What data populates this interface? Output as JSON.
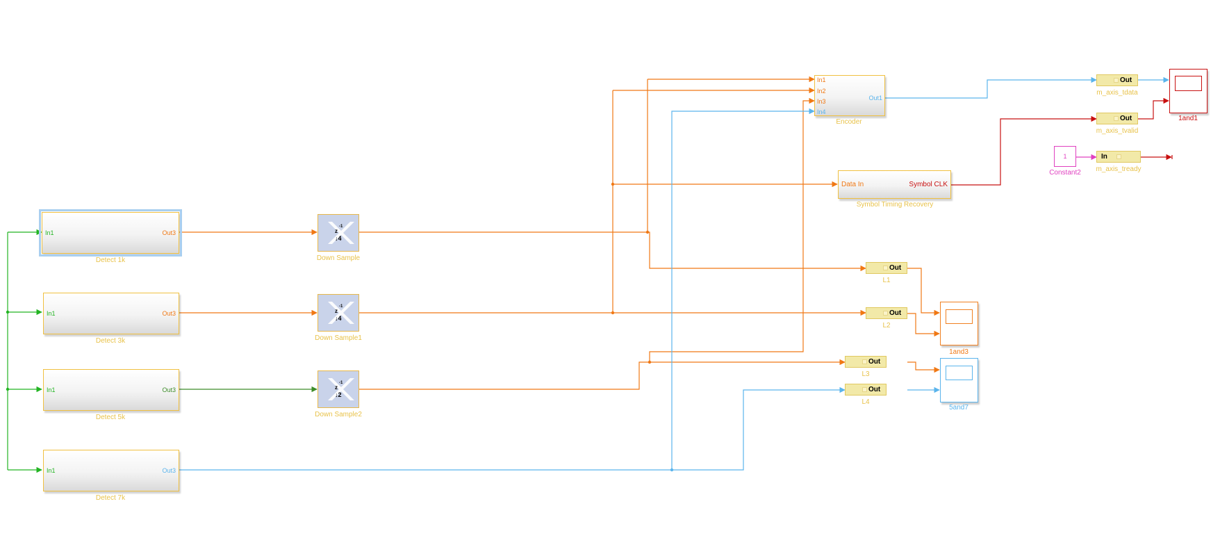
{
  "colors": {
    "orange": "#f07814",
    "blue": "#5ab4ec",
    "green": "#22b422",
    "dark_green": "#3c8c28",
    "red": "#c81010",
    "magenta": "#e040c0",
    "label_yellow": "#e8c24a"
  },
  "subsystems": [
    {
      "label": "Detect 1k",
      "in": "In1",
      "out": "Out3"
    },
    {
      "label": "Detect 3k",
      "in": "In1",
      "out": "Out3"
    },
    {
      "label": "Detect 5k",
      "in": "In1",
      "out": "Out3"
    },
    {
      "label": "Detect 7k",
      "in": "In1",
      "out": "Out3"
    }
  ],
  "downsamplers": [
    {
      "label": "Down Sample",
      "z": "z",
      "exp": "-1",
      "factor": "↓4"
    },
    {
      "label": "Down Sample1",
      "z": "z",
      "exp": "-1",
      "factor": "↓4"
    },
    {
      "label": "Down Sample2",
      "z": "z",
      "exp": "-1",
      "factor": "↓2"
    }
  ],
  "encoder": {
    "label": "Encoder",
    "inputs": [
      "In1",
      "In2",
      "In3",
      "In4"
    ],
    "output": "Out1"
  },
  "timing": {
    "label": "Symbol Timing Recovery",
    "in": "Data In",
    "out": "Symbol CLK"
  },
  "gateways_out": [
    {
      "label": "m_axis_tdata",
      "text": "Out"
    },
    {
      "label": "m_axis_tvalid",
      "text": "Out"
    },
    {
      "label": "L1",
      "text": "Out"
    },
    {
      "label": "L2",
      "text": "Out"
    },
    {
      "label": "L3",
      "text": "Out"
    },
    {
      "label": "L4",
      "text": "Out"
    }
  ],
  "gateway_in": {
    "label": "m_axis_tready",
    "text": "In"
  },
  "constant": {
    "label": "Constant2",
    "value": "1"
  },
  "scopes": [
    {
      "label": "1and1"
    },
    {
      "label": "1and3"
    },
    {
      "label": "5and7"
    }
  ]
}
